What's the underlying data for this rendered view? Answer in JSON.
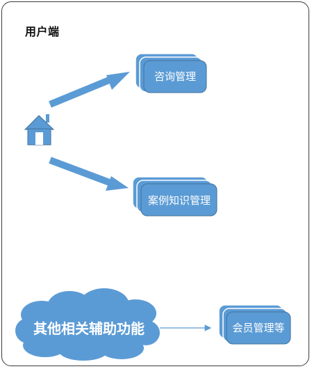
{
  "title": "用户端",
  "nodes": {
    "consult": {
      "label": "咨询管理"
    },
    "case": {
      "label": "案例知识管理"
    },
    "member": {
      "label": "会员管理等"
    },
    "other": {
      "label": "其他相关辅助功能"
    }
  },
  "icons": {
    "home": "home-icon"
  },
  "colors": {
    "blue": "#5b9bd5",
    "border": "#41719c"
  }
}
